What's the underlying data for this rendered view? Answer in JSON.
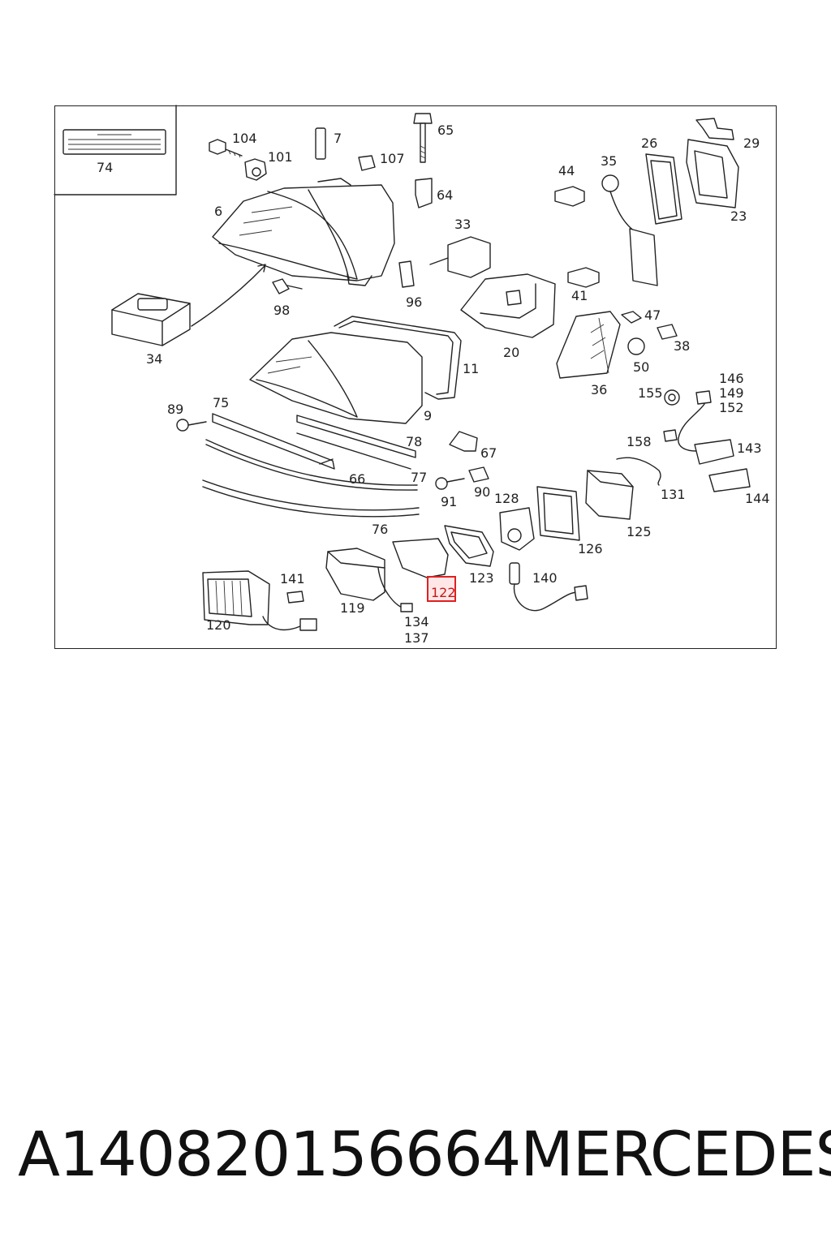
{
  "diagram": {
    "labels": [
      "74",
      "104",
      "101",
      "7",
      "107",
      "65",
      "64",
      "44",
      "35",
      "26",
      "29",
      "23",
      "6",
      "33",
      "98",
      "96",
      "41",
      "20",
      "34",
      "47",
      "36",
      "50",
      "38",
      "11",
      "9",
      "89",
      "75",
      "78",
      "67",
      "155",
      "146",
      "149",
      "152",
      "158",
      "143",
      "66",
      "77",
      "91",
      "90",
      "128",
      "131",
      "144",
      "76",
      "126",
      "125",
      "141",
      "123",
      "140",
      "119",
      "120",
      "134",
      "137",
      "122"
    ],
    "highlighted_label": "122",
    "highlight_color": "#e02020"
  },
  "caption": {
    "part_number": "A140820156664",
    "brand": "MERCEDES"
  }
}
